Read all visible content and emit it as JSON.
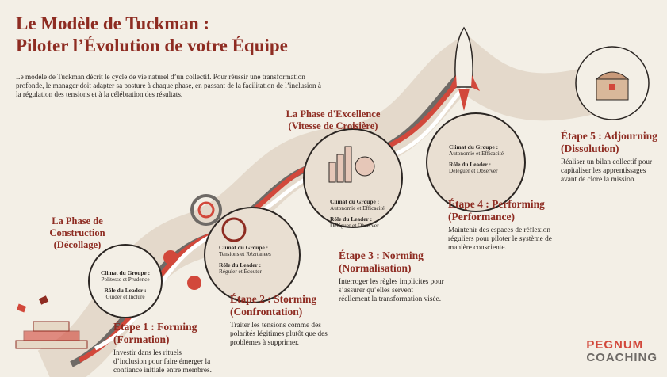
{
  "title": {
    "line1": "Le Modèle de Tuckman :",
    "line2": "Piloter l’Évolution de votre Équipe"
  },
  "intro": "Le modèle de Tuckman décrit le cycle de vie naturel d’un collectif. Pour réussir une transformation profonde, le manager doit adapter sa posture à chaque phase, en passant de la facilitation de l’inclusion à la régulation des tensions et à la célébration des résultats.",
  "phases": {
    "construction": "La Phase de Construction (Décollage)",
    "excellence": "La Phase d'Excellence (Vitesse de Croisière)"
  },
  "labels": {
    "climate": "Climat du Groupe :",
    "leader": "Rôle du Leader :"
  },
  "bubbles": [
    {
      "climate": "Politesse et Prudence",
      "leader": "Guider et Inclure"
    },
    {
      "climate": "Tensions et Rézrtanees",
      "leader": "Réguler et Écouter"
    },
    {
      "climate": "Autonomie et Efficacité",
      "leader": "Déléguer et Observer"
    },
    {
      "climate": "Autonomie et Efficacité",
      "leader": "Déléguer et Observer"
    }
  ],
  "steps": [
    {
      "title": "Étape 1 : Forming",
      "subtitle": "(Formation)",
      "text": "Investir dans les rituels d’inclusion pour faire émerger la confiance initiale entre membres."
    },
    {
      "title": "Étape 2 : Storming",
      "subtitle": "(Confrontation)",
      "text": "Traiter les tensions comme des polarités légitimes plutôt que des problèmes à supprimer."
    },
    {
      "title": "Étape 3 : Norming",
      "subtitle": "(Normalisation)",
      "text": "Interroger les règles implicites pour s’assurer qu’elles servent réellement la transformation visée."
    },
    {
      "title": "Étape 4 : Performing",
      "subtitle": "(Performance)",
      "text": "Maintenir des espaces de réflexion réguliers pour piloter le système de manière consciente."
    },
    {
      "title": "Étape 5 : Adjourning",
      "subtitle": "(Dissolution)",
      "text": "Réaliser un bilan collectif pour capitaliser les apprentissages avant de clore la mission."
    }
  ],
  "logo": {
    "line1": "PEGNUM",
    "line2": "COACHING"
  },
  "colors": {
    "accent": "#8e2c22",
    "red": "#d2483b",
    "gray": "#6e6a66",
    "beige": "#ddd0bf",
    "bg": "#f3efe6"
  }
}
